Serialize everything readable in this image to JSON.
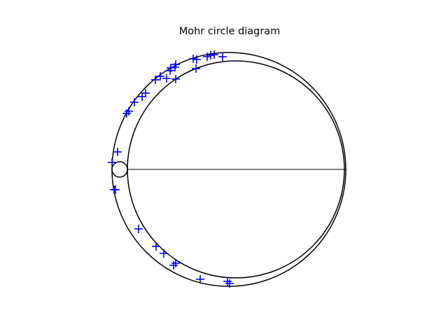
{
  "chart_data": {
    "type": "scatter",
    "title": "Mohr circle diagram",
    "xlabel": "",
    "ylabel": "",
    "axes_visible": false,
    "aspect": "equal",
    "grid": false,
    "colors": {
      "circles": "#000000",
      "markers": "#0000ff",
      "background": "#ffffff"
    },
    "marker": "plus",
    "circles": [
      {
        "center": [
          337,
          0
        ],
        "radius": 155
      },
      {
        "center": [
          327,
          0
        ],
        "radius": 167
      },
      {
        "center": [
          171,
          0
        ],
        "radius": 11
      }
    ],
    "axis_segment": {
      "from": [
        182,
        0
      ],
      "to": [
        495,
        0
      ]
    },
    "points": {
      "x": [
        318,
        306,
        301,
        296,
        281,
        276,
        280,
        251,
        250,
        244,
        243,
        238,
        229,
        222,
        251,
        208,
        203,
        192,
        184,
        181,
        168,
        160,
        165,
        163,
        198,
        223,
        234,
        251,
        248,
        286,
        325,
        328
      ],
      "y": [
        161,
        164,
        163,
        161,
        157,
        158,
        144,
        150,
        146,
        145,
        141,
        130,
        133,
        128,
        129,
        109,
        104,
        96,
        83,
        80,
        25,
        10,
        -29,
        -29,
        -85,
        -110,
        -120,
        -134,
        -137,
        -157,
        -160,
        -163
      ]
    }
  }
}
